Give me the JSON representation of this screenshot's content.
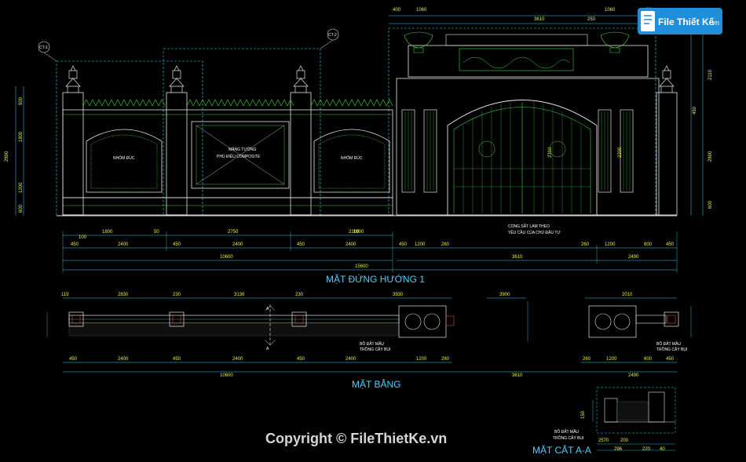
{
  "logo": {
    "name": "File Thiết Kế",
    "domain": ".vn"
  },
  "titles": {
    "elevation": "MẶT ĐỨNG HƯỚNG 1",
    "plan": "MẶT BẰNG",
    "section": "MẶT CẮT A-A"
  },
  "copyright": "Copyright © FileThietKe.vn",
  "markers": {
    "ct1": "CT-1",
    "ct2": "CT-2",
    "section_a": "A"
  },
  "notes": {
    "nhom_duc": "NHÔM ĐÚC",
    "mang_tuong_1": "MẢNG TƯỜNG",
    "mang_tuong_2": "PHÙ ĐIÊU COMPOSITE",
    "cong_sat_1": "CỔNG SẮT LÀM THEO",
    "cong_sat_2": "YÊU CẦU CỦA CHỦ ĐẦU TƯ",
    "bo_dat_1": "BỒ ĐẤT MẦU",
    "bo_dat_2": "TRỒNG CÂY BỤI"
  },
  "dims": {
    "total_length": "15600",
    "fence_length": "10600",
    "gate_width": "3610",
    "right_wing": "2490",
    "top_gate": "3610",
    "bay_2400": "2400",
    "bay_2200": "2200",
    "seg_450": "450",
    "seg_1200": "1200",
    "seg_260": "260",
    "seg_600": "600",
    "seg_1800": "1800",
    "seg_2750": "2750",
    "seg_1900": "1900",
    "seg_100": "100",
    "seg_50": "50",
    "plan_2830": "2830",
    "plan_3130": "3130",
    "plan_3930": "3930",
    "plan_3900": "3900",
    "plan_2010": "2010",
    "plan_230": "230",
    "plan_115": "115",
    "height_2110": "2110",
    "height_2800": "2800",
    "height_2880": "2880",
    "height_1200": "1200",
    "height_900": "900",
    "height_450": "450",
    "height_600": "600",
    "height_150": "150",
    "height_2200": "2200",
    "height_2310": "2310",
    "top_400": "400",
    "top_1060": "1060",
    "top_250": "250",
    "sec_2570": "2570",
    "sec_200": "200",
    "sec_296": "296",
    "sec_220": "220",
    "sec_40": "40"
  },
  "colors": {
    "background": "#000000",
    "line_cyan": "#34d7f0",
    "line_green": "#3fd43f",
    "line_white": "#e6e6e6",
    "dim_yellow": "#e8f04a",
    "title_blue": "#4fd0ff",
    "logo_blue": "#1f8fd9"
  }
}
